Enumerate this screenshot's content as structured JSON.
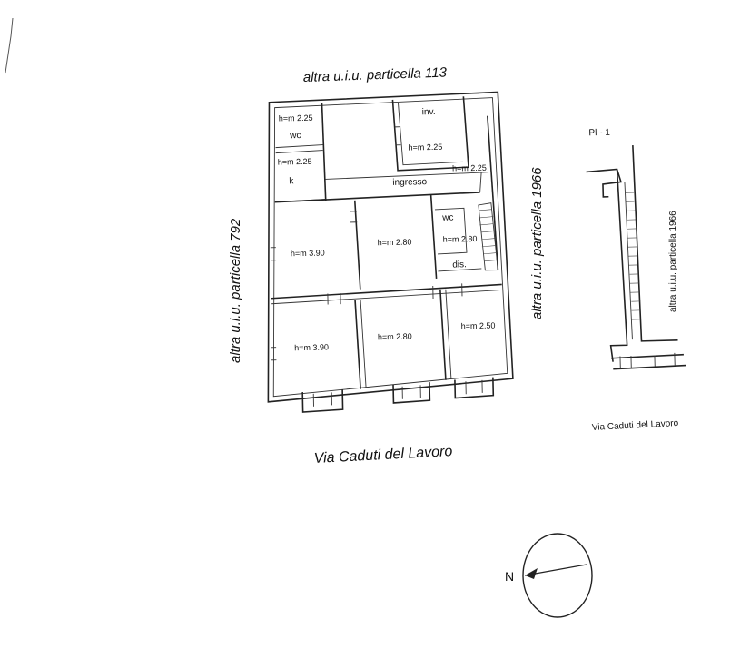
{
  "plan": {
    "top_label": "altra u.i.u. particella 113",
    "left_label": "altra u.i.u. particella 792",
    "right_label": "altra u.i.u. particella 1966",
    "road_label": "Via Caduti del  Lavoro",
    "rooms": [
      {
        "id": "wc-top",
        "height": "h=m 2.25",
        "name": "wc"
      },
      {
        "id": "k",
        "height": "h=m 2.25",
        "name": "k"
      },
      {
        "id": "inv",
        "height": "h=m 2.25",
        "name": "inv."
      },
      {
        "id": "ingresso",
        "height": "h=m 2.25",
        "name": "ingresso"
      },
      {
        "id": "room-a",
        "height": "h=m 3.90"
      },
      {
        "id": "room-b",
        "height": "h=m 2.80"
      },
      {
        "id": "wc-mid",
        "height": "h=m 2.80",
        "name": "wc"
      },
      {
        "id": "dis",
        "name": "dis."
      },
      {
        "id": "room-c",
        "height": "h=m 3.90"
      },
      {
        "id": "room-d",
        "height": "h=m 2.80"
      },
      {
        "id": "room-e",
        "height": "h=m 2.50"
      }
    ]
  },
  "section": {
    "title": "Pl - 1",
    "side_label": "altra u.i.u. particella 1966",
    "road_label": "Via Caduti del Lavoro"
  },
  "compass": {
    "north_label": "N"
  }
}
